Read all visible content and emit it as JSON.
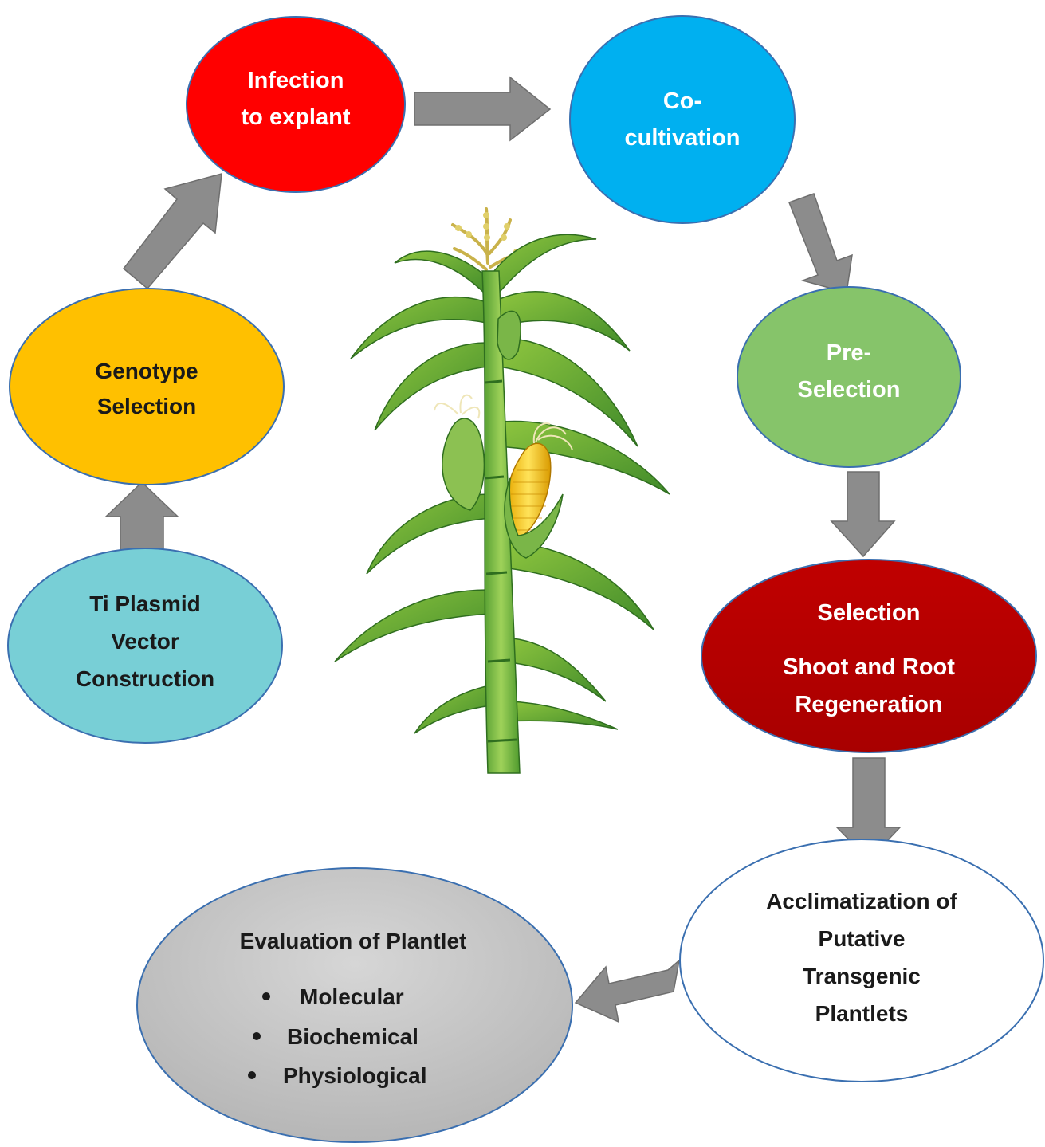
{
  "colors": {
    "infection": "#ff0000",
    "cocultivation": "#00b0f0",
    "genotype": "#ffc000",
    "ti_plasmid": "#78cfd6",
    "preselection": "#86c46a",
    "selection": "#c00000",
    "acclimatization": "#ffffff",
    "evaluation": "#c4c4c4",
    "arrow": "#8c8c8c",
    "outline": "#3a6fb0"
  },
  "nodes": {
    "infection": {
      "line1": "Infection",
      "line2": "to explant"
    },
    "cocultivation": {
      "line1": "Co-",
      "line2": "cultivation"
    },
    "genotype": {
      "line1": "Genotype",
      "line2": "Selection"
    },
    "ti_plasmid": {
      "line1": "Ti Plasmid",
      "line2": "Vector",
      "line3": "Construction"
    },
    "preselection": {
      "line1": "Pre-",
      "line2": "Selection"
    },
    "selection": {
      "line1": "Selection",
      "line2": "Shoot and Root",
      "line3": "Regeneration"
    },
    "acclimatization": {
      "line1": "Acclimatization of",
      "line2": "Putative",
      "line3": "Transgenic",
      "line4": "Plantlets"
    },
    "evaluation": {
      "title": "Evaluation of Plantlet",
      "items": [
        "Molecular",
        "Biochemical",
        "Physiological"
      ]
    }
  },
  "illustration": {
    "icon": "maize-plant-icon"
  }
}
